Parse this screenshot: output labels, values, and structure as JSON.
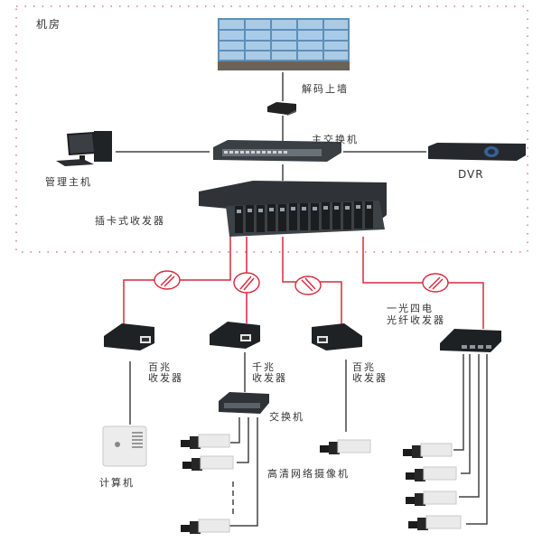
{
  "diagram": {
    "room_label": "机房",
    "labels": {
      "decoder": "解码上墙",
      "main_switch": "主交换机",
      "dvr": "DVR",
      "mgmt_host": "管理主机",
      "card_transceiver": "插卡式收发器",
      "tx_left_line1": "百兆",
      "tx_left_line2": "收发器",
      "tx_mid_line1": "千兆",
      "tx_mid_line2": "收发器",
      "tx_right_line1": "百兆",
      "tx_right_line2": "收发器",
      "quad_tx_line1": "一光四电",
      "quad_tx_line2": "光纤收发器",
      "switch": "交换机",
      "computer": "计算机",
      "hd_camera": "高清网络摄像机"
    },
    "colors": {
      "fiber": "#d8283c",
      "cable": "#333333",
      "room_border": "#d06070"
    }
  }
}
